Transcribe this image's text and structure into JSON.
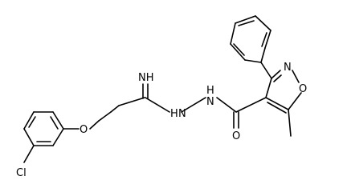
{
  "molecule": {
    "atoms": {
      "chlorine": "Cl",
      "ether_oxygen": "O",
      "imine_nh": "NH",
      "hydrazine_nh_1": "H",
      "hydrazine_n_1": "N",
      "hydrazine_nh_2": "N",
      "hydrazine_h_2": "H",
      "carbonyl_oxygen": "O",
      "isoxazole_nitrogen": "N",
      "isoxazole_oxygen": "O"
    }
  }
}
